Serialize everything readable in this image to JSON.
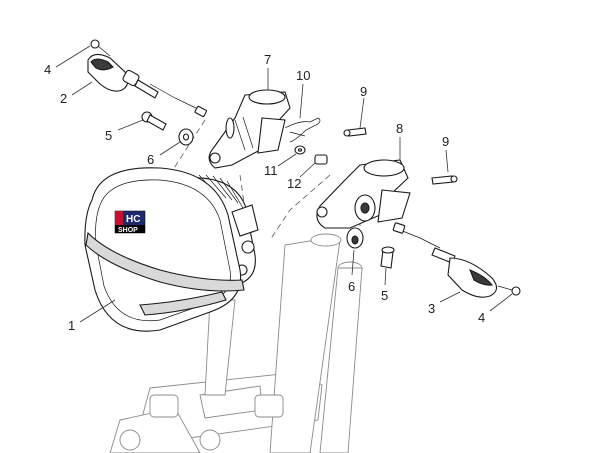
{
  "logo": {
    "line1": "HC",
    "line2": "SHOP"
  },
  "callouts": [
    {
      "id": "c1",
      "label": "1"
    },
    {
      "id": "c2",
      "label": "2"
    },
    {
      "id": "c3",
      "label": "3"
    },
    {
      "id": "c4a",
      "label": "4"
    },
    {
      "id": "c4b",
      "label": "4"
    },
    {
      "id": "c5a",
      "label": "5"
    },
    {
      "id": "c5b",
      "label": "5"
    },
    {
      "id": "c6a",
      "label": "6"
    },
    {
      "id": "c6b",
      "label": "6"
    },
    {
      "id": "c7",
      "label": "7"
    },
    {
      "id": "c8",
      "label": "8"
    },
    {
      "id": "c9a",
      "label": "9"
    },
    {
      "id": "c9b",
      "label": "9"
    },
    {
      "id": "c10",
      "label": "10"
    },
    {
      "id": "c11",
      "label": "11"
    },
    {
      "id": "c12",
      "label": "12"
    }
  ]
}
